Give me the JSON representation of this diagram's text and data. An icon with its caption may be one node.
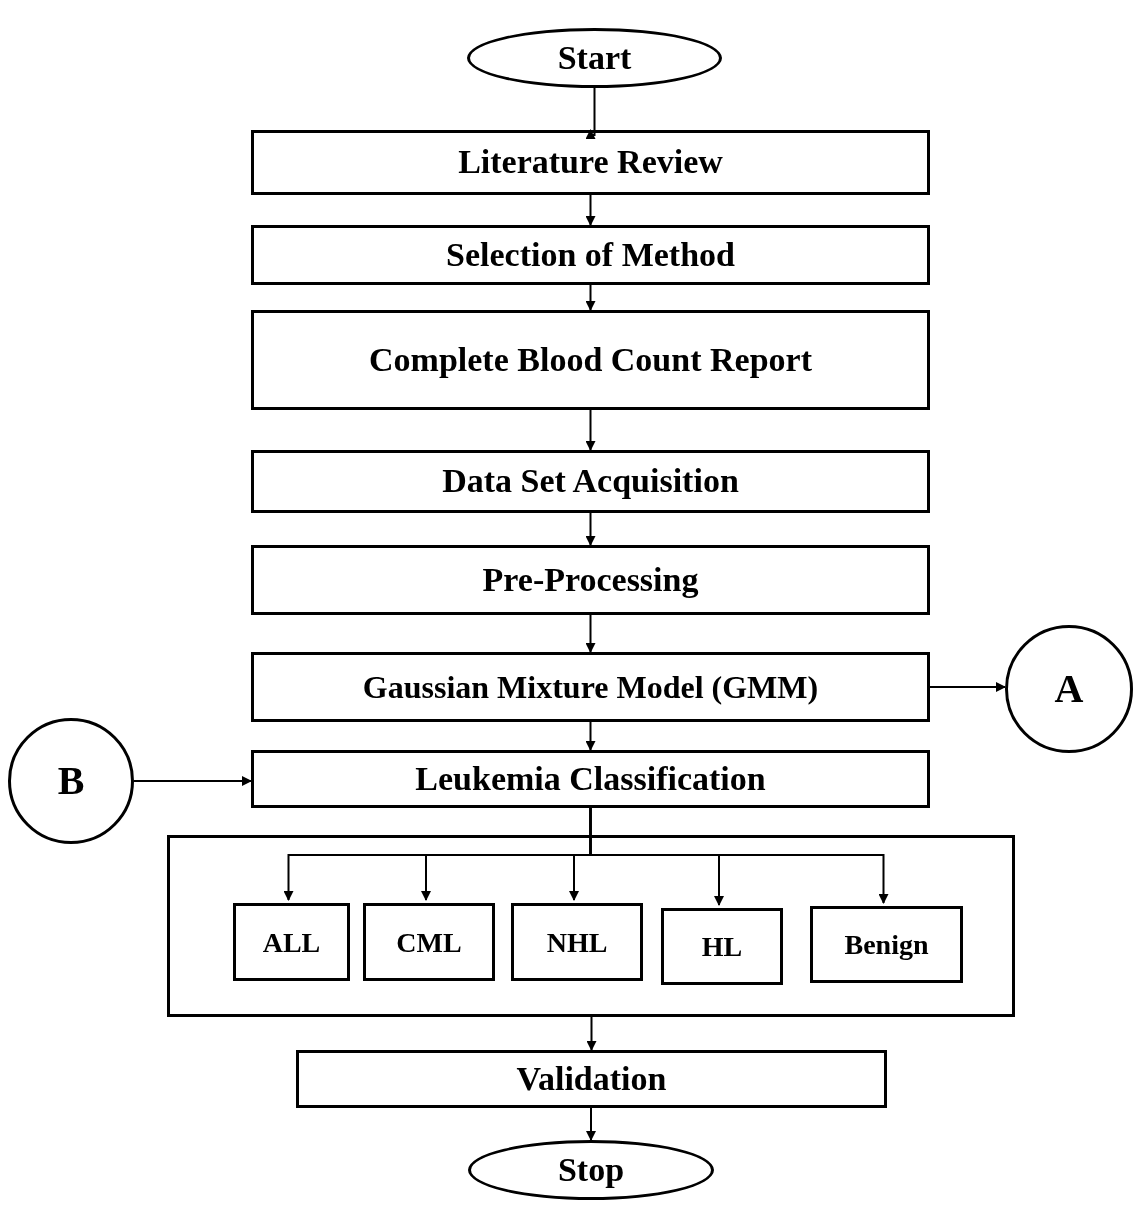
{
  "diagram": {
    "nodes": [
      {
        "text": [
          "Start"
        ]
      },
      {
        "text": [
          "Literature Review"
        ]
      },
      {
        "text": [
          "Selection of Method"
        ]
      },
      {
        "text": [
          "Complete Blood Count Report"
        ]
      },
      {
        "text": [
          "Data Set Acquisition"
        ]
      },
      {
        "text": [
          "Pre-Processing"
        ]
      },
      {
        "text": [
          "Gaussian Mixture Model (GMM)"
        ]
      },
      {
        "text": [
          "A"
        ]
      },
      {
        "text": [
          "B"
        ]
      },
      {
        "text": [
          "Leukemia Classification"
        ]
      },
      {
        "text": [],
        "shape": "box"
      },
      {
        "text": [
          "ALL"
        ],
        "in": 10
      },
      {
        "text": [
          "CML"
        ],
        "in": 10
      },
      {
        "text": [
          "NHL"
        ],
        "in": 10
      },
      {
        "text": [
          "HL"
        ],
        "in": 10
      },
      {
        "text": [
          "Benign"
        ],
        "in": 10
      },
      {
        "text": [
          "Validation"
        ]
      },
      {
        "text": [
          "Stop"
        ]
      }
    ],
    "edges": [
      {
        "from": 0,
        "to": 1,
        "arrow": "to"
      },
      {
        "from": 1,
        "to": 2,
        "arrow": "to"
      },
      {
        "from": 2,
        "to": 3,
        "arrow": "to"
      },
      {
        "from": 3,
        "to": 4,
        "arrow": "to"
      },
      {
        "from": 4,
        "to": 5,
        "arrow": "to"
      },
      {
        "from": 5,
        "to": 6,
        "arrow": "to"
      },
      {
        "from": 6,
        "to": 7,
        "arrow": "to"
      },
      {
        "from": 8,
        "to": 9,
        "arrow": "to"
      },
      {
        "from": 6,
        "to": 9,
        "arrow": "to"
      },
      {
        "from": 9,
        "to": 11,
        "arrow": "to"
      },
      {
        "from": 9,
        "to": 12,
        "arrow": "to"
      },
      {
        "from": 9,
        "to": 13,
        "arrow": "to"
      },
      {
        "from": 9,
        "to": 14,
        "arrow": "to"
      },
      {
        "from": 9,
        "to": 15,
        "arrow": "to"
      },
      {
        "from": 10,
        "to": 16,
        "arrow": "to"
      },
      {
        "from": 16,
        "to": 17,
        "arrow": "to"
      }
    ]
  }
}
